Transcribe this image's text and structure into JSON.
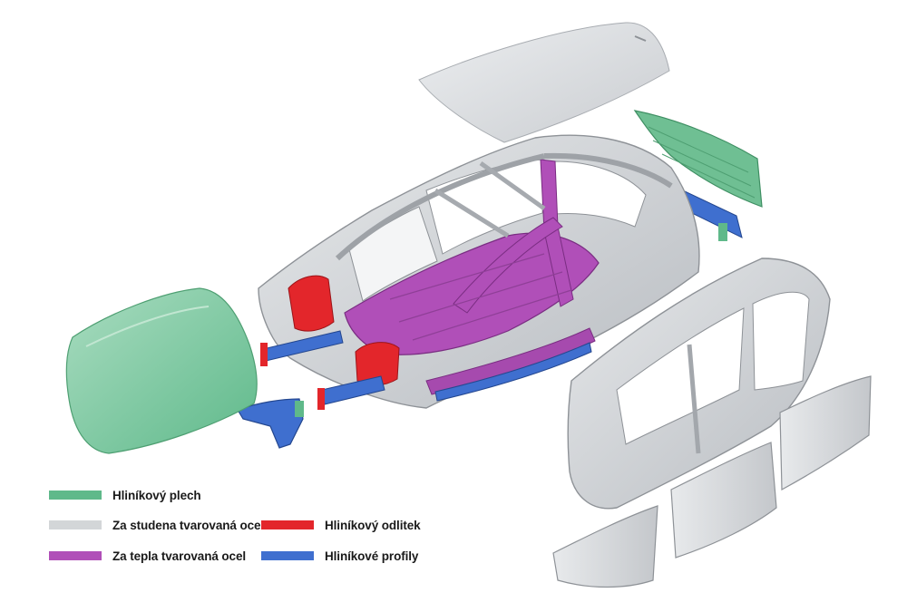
{
  "colors": {
    "aluminium_sheet": "#5fb98a",
    "cold_formed_steel": "#d3d6d8",
    "hot_formed_steel": "#b04fb8",
    "aluminium_casting": "#e3262b",
    "aluminium_profiles": "#3f6fcf",
    "body_grey": "#c9ccd0"
  },
  "legend": [
    {
      "label": "Hliníkový plech",
      "color": "#5fb98a"
    },
    {
      "label": "Za studena tvarovaná ocel",
      "color": "#d3d6d8"
    },
    {
      "label": "Hliníkový odlitek",
      "color": "#e3262b"
    },
    {
      "label": "Za tepla tvarovaná ocel",
      "color": "#b04fb8"
    },
    {
      "label": "Hliníkové profily",
      "color": "#3f6fcf"
    }
  ]
}
